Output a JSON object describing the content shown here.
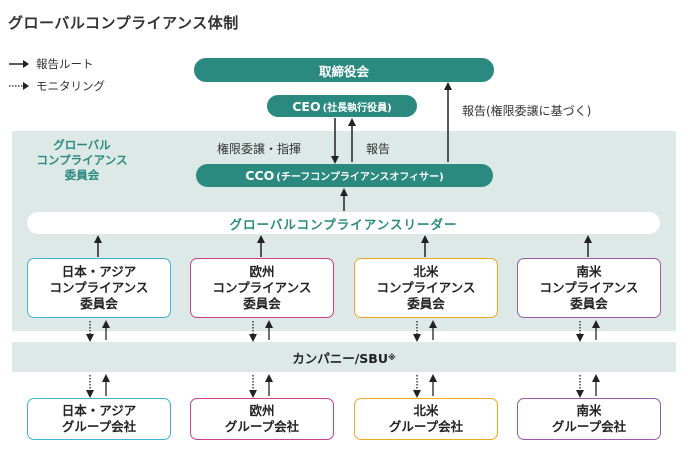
{
  "title": "グローバルコンプライアンス体制",
  "legend": {
    "report": "報告ルート",
    "monitor": "モニタリング"
  },
  "board": "取締役会",
  "ceo": {
    "main": "CEO",
    "sub": "(社長執行役員)"
  },
  "cco": {
    "main": "CCO",
    "sub": "(チーフコンプライアンスオフィサー)"
  },
  "edge_labels": {
    "authority": "権限委譲・指揮",
    "report": "報告",
    "report_board": "報告(権限委譲に基づく)"
  },
  "committee_label": [
    "グローバル",
    "コンプライアンス",
    "委員会"
  ],
  "global_leader": "グローバルコンプライアンスリーダー",
  "regional_committees": [
    {
      "lines": [
        "日本・アジア",
        "コンプライアンス",
        "委員会"
      ],
      "color": "#3fb4d8"
    },
    {
      "lines": [
        "欧州",
        "コンプライアンス",
        "委員会"
      ],
      "color": "#cc3f8e"
    },
    {
      "lines": [
        "北米",
        "コンプライアンス",
        "委員会"
      ],
      "color": "#f0a81f"
    },
    {
      "lines": [
        "南米",
        "コンプライアンス",
        "委員会"
      ],
      "color": "#9a5aa8"
    }
  ],
  "company_strip": {
    "text": "カンパニー/SBU",
    "mark": "※"
  },
  "group_companies": [
    {
      "lines": [
        "日本・アジア",
        "グループ会社"
      ],
      "color": "#3fb4d8"
    },
    {
      "lines": [
        "欧州",
        "グループ会社"
      ],
      "color": "#cc3f8e"
    },
    {
      "lines": [
        "北米",
        "グループ会社"
      ],
      "color": "#f0a81f"
    },
    {
      "lines": [
        "南米",
        "グループ会社"
      ],
      "color": "#9a5aa8"
    }
  ]
}
